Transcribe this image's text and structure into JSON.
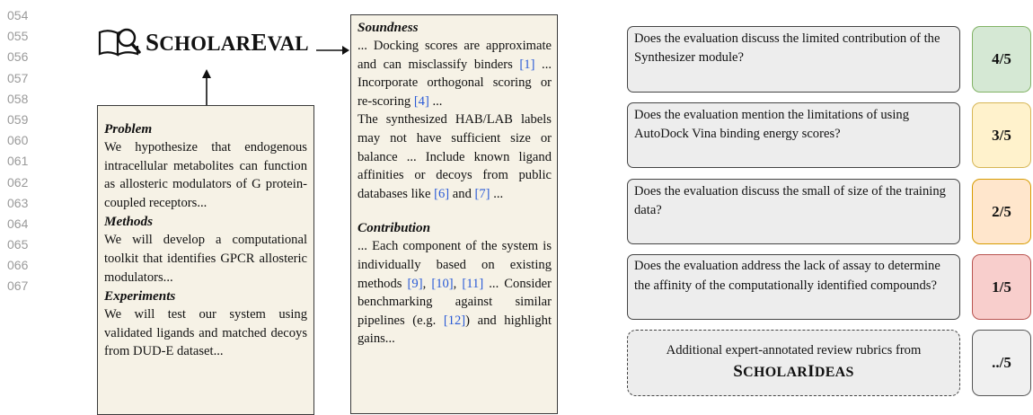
{
  "line_numbers": [
    "054",
    "055",
    "056",
    "057",
    "058",
    "059",
    "060",
    "061",
    "062",
    "063",
    "064",
    "065",
    "066",
    "067"
  ],
  "logo": {
    "text": "ScholarEval",
    "icon": "book-magnifier-icon"
  },
  "problem_box": {
    "problem_heading": "Problem",
    "problem_text": "We hypothesize that endogenous intracellular metabolites can function as allosteric modulators of G protein-coupled receptors...",
    "methods_heading": "Methods",
    "methods_text": "We will develop a computational toolkit that identifies GPCR allosteric modulators...",
    "experiments_heading": "Experiments",
    "experiments_text": "We will test our system using validated ligands and matched decoys from DUD-E dataset..."
  },
  "soundness_box": {
    "soundness_heading": "Soundness",
    "s1": "... Docking scores are approximate and can misclassify binders ",
    "c1": "[1]",
    "s2": " ... Incorporate orthogonal scoring or re-scoring ",
    "c4": "[4]",
    "s3": " ...",
    "s4": "The synthesized HAB/LAB labels may not have sufficient size or balance ... Include known ligand affinities or decoys from public databases like ",
    "c6": "[6]",
    "s5": " and ",
    "c7": "[7]",
    "s6": " ...",
    "contribution_heading": "Contribution",
    "t1": "... Each component of the system is individually based on existing methods ",
    "c9": "[9]",
    "comma1": ", ",
    "c10": "[10]",
    "comma2": ", ",
    "c11": "[11]",
    "t2": " ... Consider benchmarking against similar pipelines (e.g. ",
    "c12": "[12]",
    "t3": ") and highlight gains..."
  },
  "rubrics": [
    {
      "question": "Does the evaluation discuss the limited contribution of the Synthesizer module?",
      "score": "4/5",
      "bg": "#d5e8d4",
      "border": "#82b366"
    },
    {
      "question": "Does the evaluation mention the limitations of using AutoDock Vina binding energy scores?",
      "score": "3/5",
      "bg": "#fff2cc",
      "border": "#d6b656"
    },
    {
      "question": "Does the evaluation discuss the small of size of the training data?",
      "score": "2/5",
      "bg": "#ffe6cc",
      "border": "#d79b00"
    },
    {
      "question": "Does the evaluation address the lack of assay to determine the affinity of the computationally identified compounds?",
      "score": "1/5",
      "bg": "#f8cecc",
      "border": "#b85450"
    }
  ],
  "additional": {
    "text": "Additional expert-annotated review rubrics from",
    "source": "ScholarIdeas",
    "score": "../5",
    "score_bg": "#f0f0f0",
    "score_border": "#555555"
  }
}
